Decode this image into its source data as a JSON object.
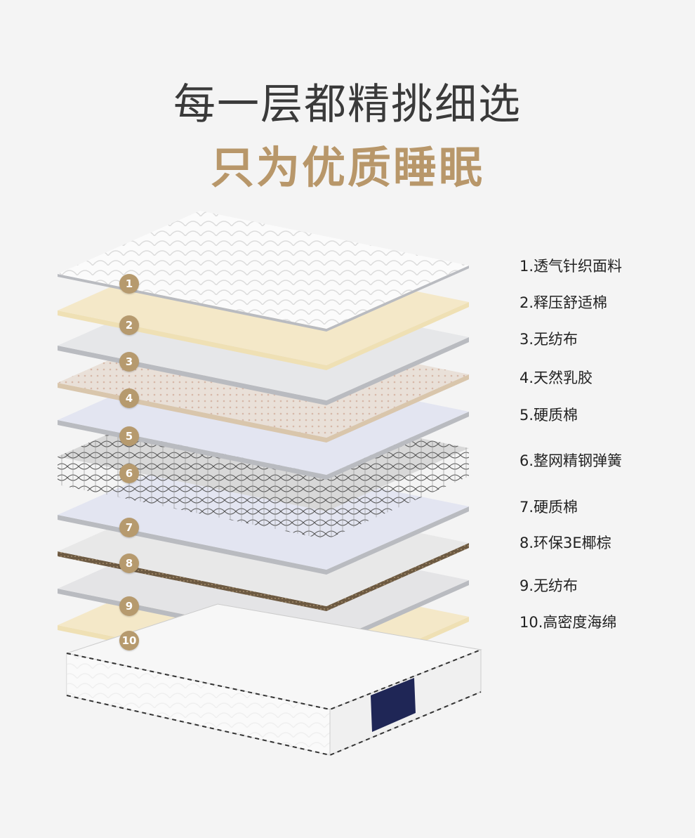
{
  "heading": {
    "line1": "每一层都精挑细选",
    "line2": "只为优质睡眠"
  },
  "colors": {
    "accent": "#b8976a",
    "badge": "#b69a6e"
  },
  "layers": [
    {
      "num": "1",
      "label": "1.透气针织面料",
      "material": "knit",
      "color": "#fbfbfb"
    },
    {
      "num": "2",
      "label": "2.释压舒适棉",
      "material": "foam",
      "color": "#f4e8c8"
    },
    {
      "num": "3",
      "label": "3.无纺布",
      "material": "fabric",
      "color": "#e6e7e9"
    },
    {
      "num": "4",
      "label": "4.天然乳胶",
      "material": "latex",
      "color": "#e9e0d8"
    },
    {
      "num": "5",
      "label": "5.硬质棉",
      "material": "felt",
      "color": "#e3e5f1"
    },
    {
      "num": "6",
      "label": "6.整网精钢弹簧",
      "material": "springs",
      "color": "#9a9a9a"
    },
    {
      "num": "7",
      "label": "7.硬质棉",
      "material": "felt",
      "color": "#e3e5f1"
    },
    {
      "num": "8",
      "label": "8.环保3E椰棕",
      "material": "coir",
      "color": "#e8e8e8"
    },
    {
      "num": "9",
      "label": "9.无纺布",
      "material": "fabric",
      "color": "#e4e4e6"
    },
    {
      "num": "10",
      "label": "10.高密度海绵",
      "material": "foam",
      "color": "#f4e8c8"
    }
  ]
}
